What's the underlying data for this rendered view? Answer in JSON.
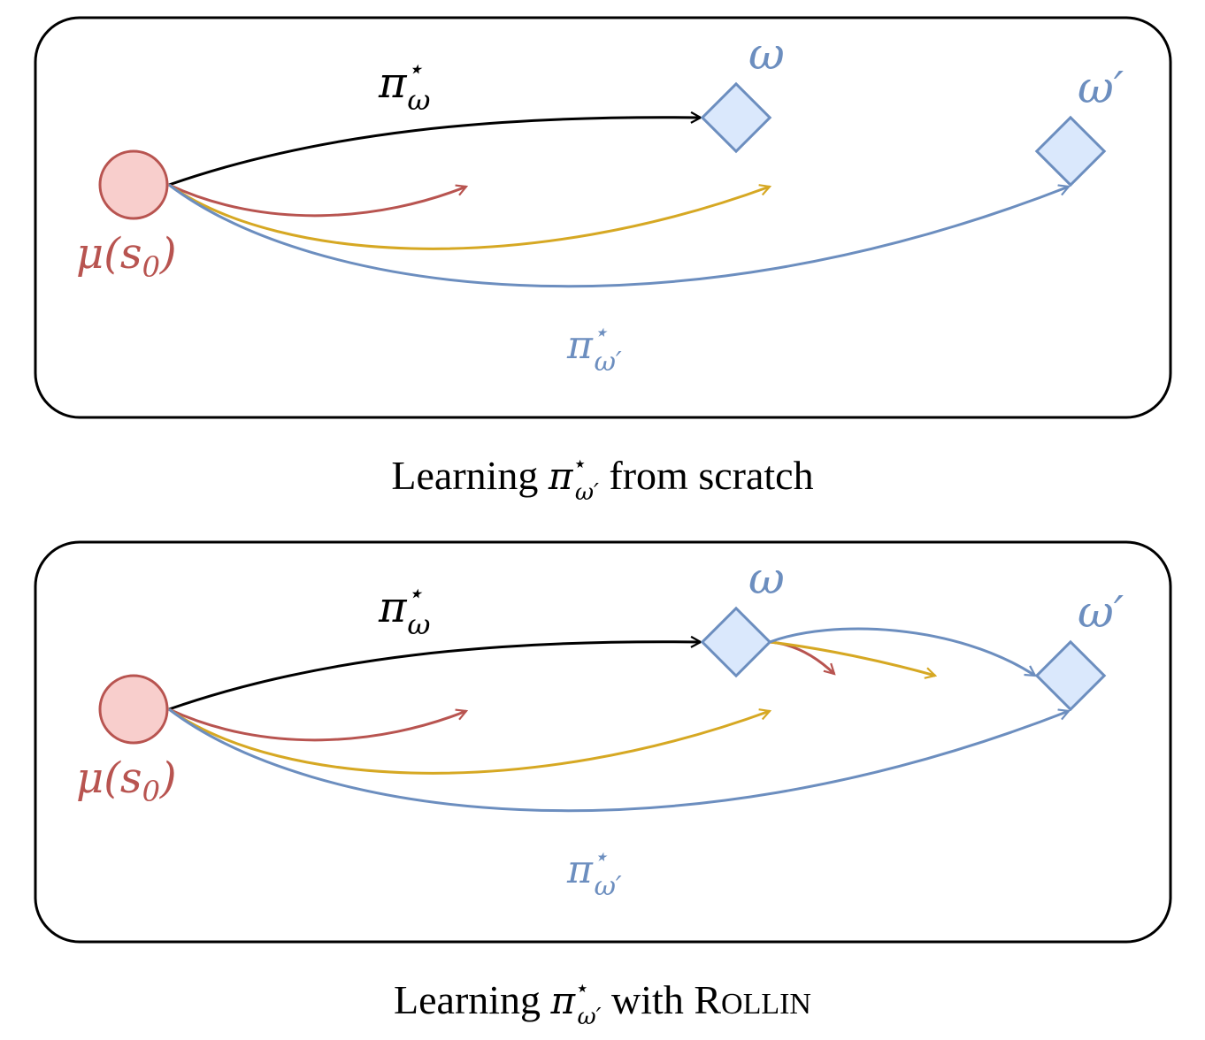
{
  "colors": {
    "black": "#000000",
    "red": "#b85450",
    "red_fill": "#f8cecc",
    "yellow": "#d6a823",
    "blue": "#6c8ebf",
    "blue_fill": "#dae8fc"
  },
  "panels": [
    {
      "start_label": {
        "base": "μ(s",
        "sub": "0",
        "close": ")"
      },
      "goal_omega": "ω",
      "goal_omega_prime": "ω′",
      "policy_omega": {
        "base": "π",
        "sup": "⋆",
        "sub": "ω"
      },
      "policy_omega_prime": {
        "base": "π",
        "sup": "⋆",
        "sub": "ω′"
      },
      "caption": {
        "prefix": "Learning ",
        "pi": "π",
        "star": "⋆",
        "sub": "ω′",
        "suffix": " from scratch"
      }
    },
    {
      "start_label": {
        "base": "μ(s",
        "sub": "0",
        "close": ")"
      },
      "goal_omega": "ω",
      "goal_omega_prime": "ω′",
      "policy_omega": {
        "base": "π",
        "sup": "⋆",
        "sub": "ω"
      },
      "policy_omega_prime": {
        "base": "π",
        "sup": "⋆",
        "sub": "ω′"
      },
      "caption": {
        "prefix": "Learning ",
        "pi": "π",
        "star": "⋆",
        "sub": "ω′",
        "suffix": " with ",
        "method_first": "R",
        "method_rest": "OLLIN"
      }
    }
  ]
}
